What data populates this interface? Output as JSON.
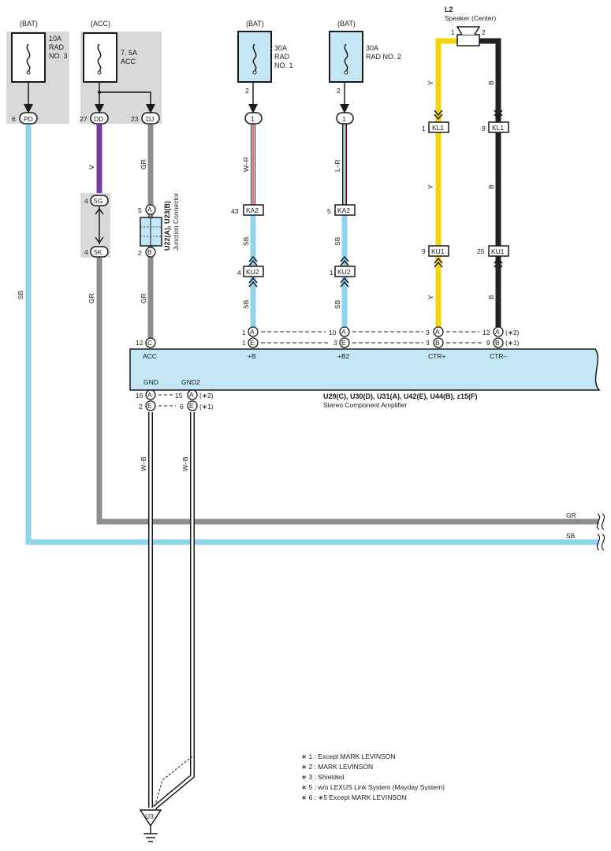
{
  "fuses": {
    "rad3": {
      "source": "(BAT)",
      "rating": "10A",
      "name1": "RAD",
      "name2": "NO. 3",
      "pin": "6",
      "conn": "PD"
    },
    "acc": {
      "source": "(ACC)",
      "rating": "7. 5A",
      "name1": "ACC",
      "pin_a": "27",
      "conn_a": "DD",
      "pin_b": "23",
      "conn_b": "DJ"
    },
    "rad1": {
      "source": "(BAT)",
      "rating": "30A",
      "name1": "RAD",
      "name2": "NO. 1",
      "pin": "2",
      "conn": "1"
    },
    "rad2": {
      "source": "(BAT)",
      "rating": "30A",
      "name1": "RAD NO. 2",
      "pin": "2",
      "conn": "1"
    }
  },
  "speaker": {
    "ref": "L2",
    "name": "Speaker (Center)",
    "pin1": "1",
    "pin2": "2"
  },
  "wires": {
    "sb": "SB",
    "v": "V",
    "gr": "GR",
    "wr": "W–R",
    "lr": "L–R",
    "y": "Y",
    "b": "B",
    "wb": "W–B"
  },
  "connectors": {
    "c5g": {
      "pin": "4",
      "id": "5G"
    },
    "c5k": {
      "pin": "4",
      "id": "5K"
    },
    "ka2_1": {
      "pin": "43",
      "id": "KA2"
    },
    "ka2_2": {
      "pin": "5",
      "id": "KA2"
    },
    "ku2_1": {
      "pin": "4",
      "id": "KU2"
    },
    "ku2_2": {
      "pin": "1",
      "id": "KU2"
    },
    "kl1_1": {
      "pin": "1",
      "id": "KL1"
    },
    "kl1_2": {
      "pin": "9",
      "id": "KL1"
    },
    "ku1_1": {
      "pin": "9",
      "id": "KU1"
    },
    "ku1_2": {
      "pin": "25",
      "id": "KU1"
    }
  },
  "junction": {
    "name": "U22(A), U23(B)",
    "desc": "Junction Connector",
    "pin_a": "5",
    "letter_a": "A",
    "pin_b": "2",
    "letter_b": "B"
  },
  "amplifier": {
    "name": "U29(C), U30(D), U31(A), U42(E), U44(B), z15(F)",
    "desc": "Stereo Component Amplifier",
    "terminals": {
      "acc": {
        "pin": "12",
        "letter": "C",
        "label": "ACC"
      },
      "b_1": {
        "pin": "1",
        "letter": "A"
      },
      "b_2": {
        "pin": "1",
        "letter": "E"
      },
      "b_label": "+B",
      "b2_1": {
        "pin": "10",
        "letter": "A"
      },
      "b2_2": {
        "pin": "3",
        "letter": "E"
      },
      "b2_label": "+B2",
      "ctrp_1": {
        "pin": "3",
        "letter": "A"
      },
      "ctrp_2": {
        "pin": "3",
        "letter": "B"
      },
      "ctrp_label": "CTR+",
      "ctrm_1": {
        "pin": "12",
        "letter": "A",
        "note": "(∗2)"
      },
      "ctrm_2": {
        "pin": "9",
        "letter": "B",
        "note": "(∗1)"
      },
      "ctrm_label": "CTR–",
      "gnd_label": "GND",
      "gnd_1": {
        "pin": "16",
        "letter": "A"
      },
      "gnd_2": {
        "pin": "2",
        "letter": "E"
      },
      "gnd2_label": "GND2",
      "gnd2_1": {
        "pin": "15",
        "letter": "A",
        "note": "(∗2)"
      },
      "gnd2_2": {
        "pin": "6",
        "letter": "E",
        "note": "(∗1)"
      }
    }
  },
  "ground": {
    "id": "U3"
  },
  "notes": [
    "∗ 1 : Except MARK LEVINSON",
    "∗ 2 : MARK LEVINSON",
    "∗ 3 : Shielded",
    "∗ 5 : w/o LEXUS Link System (Mayday System)",
    "∗ 6 : ∗5 Except MARK LEVINSON"
  ],
  "colors": {
    "sb": "#8fd3ee",
    "v": "#7b3a9c",
    "gr": "#8e8e8e",
    "y": "#f5d50a",
    "b": "#222222",
    "box_gray": "#d9d9d9",
    "box_blue": "#c4e7f5",
    "amp_fill": "#c4e7f5"
  }
}
